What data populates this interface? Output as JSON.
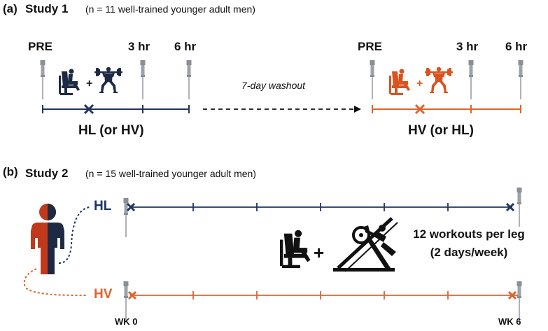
{
  "colors": {
    "navy": "#1f3560",
    "orange": "#e0632c",
    "needle": "#8a8f96",
    "dark": "#111111",
    "legRed": "#c0391b"
  },
  "study1": {
    "tag": "(a)",
    "title": "Study 1",
    "subtitle": "(n = 11 well-trained younger adult men)",
    "times": [
      "PRE",
      "3 hr",
      "6 hr"
    ],
    "washout": "7-day washout",
    "cond1": "HL (or HV)",
    "cond2": "HV (or HL)"
  },
  "study2": {
    "tag": "(b)",
    "title": "Study 2",
    "subtitle": "(n = 15 well-trained younger adult men)",
    "hl_label": "HL",
    "hv_label": "HV",
    "workouts_line1": "12 workouts per leg",
    "workouts_line2": "(2 days/week)",
    "wk_start": "WK 0",
    "wk_end": "WK 6"
  },
  "icons": [
    "needle-icon",
    "leg-extension-machine-icon",
    "squat-barbell-icon",
    "leg-press-machine-icon",
    "person-icon"
  ]
}
